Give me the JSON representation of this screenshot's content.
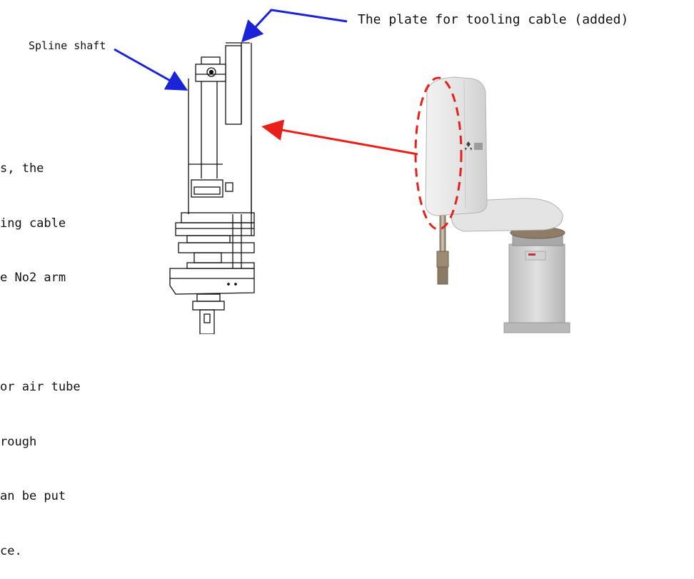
{
  "labels": {
    "plate": "The plate for tooling cable (added)",
    "spline": "Spline shaft"
  },
  "description_lines": [
    "s, the",
    "ing cable",
    "e No2 arm",
    "",
    "or air tube",
    "rough",
    "an be put",
    "ce."
  ],
  "colors": {
    "callout_arrow": "#1a23d6",
    "highlight_arrow": "#e8201a",
    "highlight_ellipse": "#e8201a",
    "drawing_line": "#111111",
    "robot_cover": "#e6e6e6",
    "robot_base": "#c9c9c9"
  },
  "icons": {
    "brand_logo": "mitsubishi-logo"
  }
}
